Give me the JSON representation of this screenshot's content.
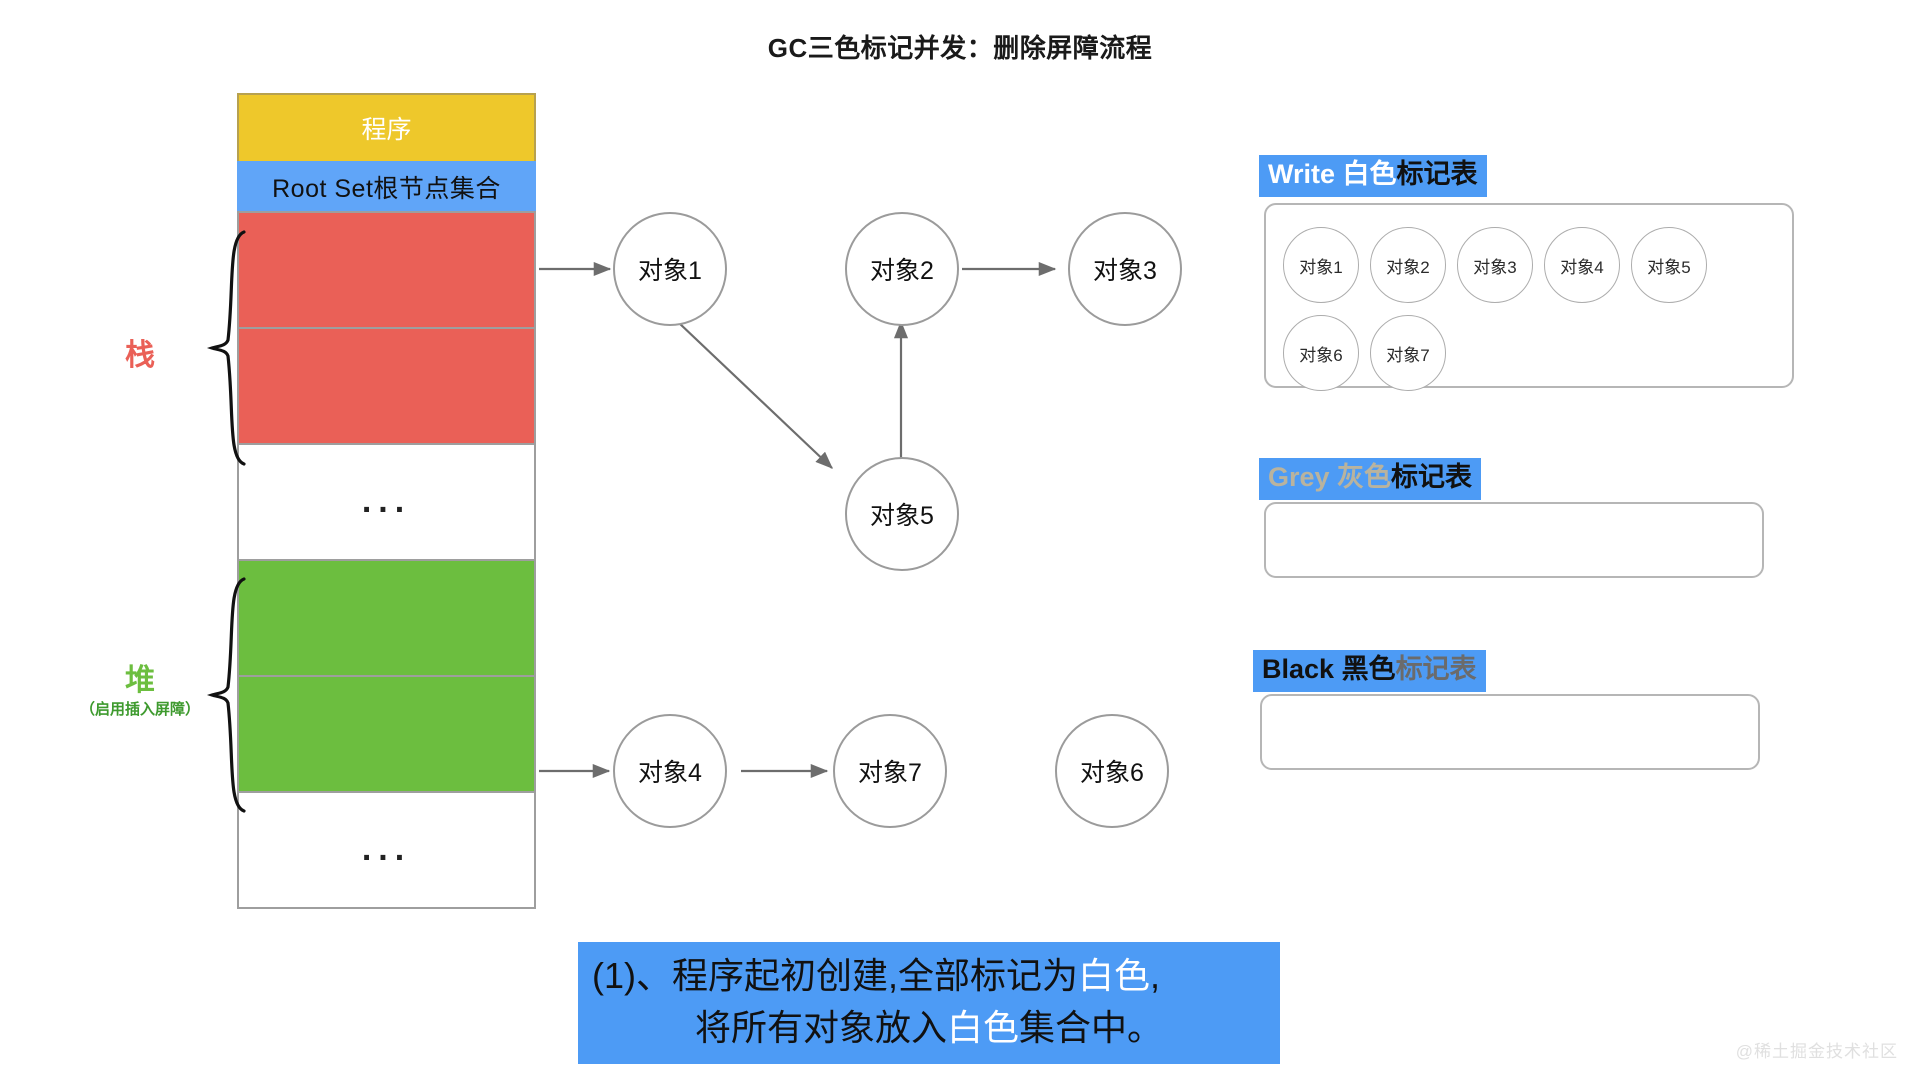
{
  "title": "GC三色标记并发：删除屏障流程",
  "memory": {
    "program_label": "程序",
    "rootset_label": "Root Set根节点集合",
    "ellipsis": "...",
    "stack_label": "栈",
    "heap_label": "堆",
    "heap_sub_label": "（启用插入屏障）"
  },
  "graph": {
    "nodes": [
      {
        "id": "obj1",
        "label": "对象1"
      },
      {
        "id": "obj2",
        "label": "对象2"
      },
      {
        "id": "obj3",
        "label": "对象3"
      },
      {
        "id": "obj5",
        "label": "对象5"
      },
      {
        "id": "obj4",
        "label": "对象4"
      },
      {
        "id": "obj7",
        "label": "对象7"
      },
      {
        "id": "obj6",
        "label": "对象6"
      }
    ],
    "edges": [
      {
        "from": "rootset-stack",
        "to": "obj1"
      },
      {
        "from": "obj1",
        "to": "obj5"
      },
      {
        "from": "obj5",
        "to": "obj2"
      },
      {
        "from": "obj2",
        "to": "obj3"
      },
      {
        "from": "heap",
        "to": "obj4"
      },
      {
        "from": "obj4",
        "to": "obj7"
      }
    ]
  },
  "mark_tables": [
    {
      "name": "white",
      "head_en": "Write ",
      "head_color_word": "白色",
      "head_suffix": "标记表",
      "head_en_color": "#ffffff",
      "head_color_word_color": "#ffffff",
      "head_suffix_color": "#111111",
      "items": [
        "对象1",
        "对象2",
        "对象3",
        "对象4",
        "对象5",
        "对象6",
        "对象7"
      ]
    },
    {
      "name": "grey",
      "head_en": "Grey ",
      "head_color_word": "灰色",
      "head_suffix": "标记表",
      "head_en_color": "#b9b39e",
      "head_color_word_color": "#b9b39e",
      "head_suffix_color": "#111111",
      "items": []
    },
    {
      "name": "black",
      "head_en": "Black ",
      "head_color_word": "黑色",
      "head_suffix": "标记表",
      "head_en_color": "#111111",
      "head_color_word_color": "#111111",
      "head_suffix_color": "#6b6b6b",
      "items": []
    }
  ],
  "caption": {
    "line1_a": "(1)、程序起初创建,全部标记为",
    "line1_hl": "白色",
    "line1_b": ",",
    "line2_a": "将所有对象放入",
    "line2_hl": "白色",
    "line2_b": "集合中。"
  },
  "watermark": "@稀土掘金技术社区",
  "colors": {
    "accent_blue": "#4d9bf5",
    "rootset_blue": "#60a5f8",
    "program_yellow": "#eec82b",
    "stack_red": "#ea6057",
    "heap_green": "#6cbe3f",
    "node_stroke": "#9b9b9b"
  }
}
